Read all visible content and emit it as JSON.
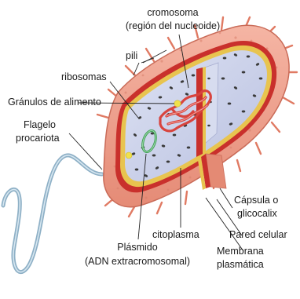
{
  "labels": {
    "cromosoma": "cromosoma",
    "nucleoide": "(región del nucleoide)",
    "pili": "pili",
    "ribosomas": "ribosomas",
    "granulos": "Gránulos de alimento",
    "flagelo_1": "Flagelo",
    "flagelo_2": "procariota",
    "capsula_1": "Cápsula o",
    "capsula_2": "glicocalix",
    "pared": "Pared celular",
    "membrana_1": "Membrana",
    "membrana_2": "plasmática",
    "citoplasma": "citoplasma",
    "plasmido_1": "Plásmido",
    "plasmido_2": "(ADN extracromosomal)"
  },
  "colors": {
    "capsule": "#eda08e",
    "capsule_dark": "#d9806c",
    "wall": "#c9302c",
    "membrane": "#e5c14a",
    "cytoplasm": "#c6cce8",
    "cut_face": "#d7dcef",
    "chromosome": "#d8443e",
    "plasmid": "#3fa055",
    "granule": "#f0e14a",
    "flagellum": "#9fbccf"
  }
}
